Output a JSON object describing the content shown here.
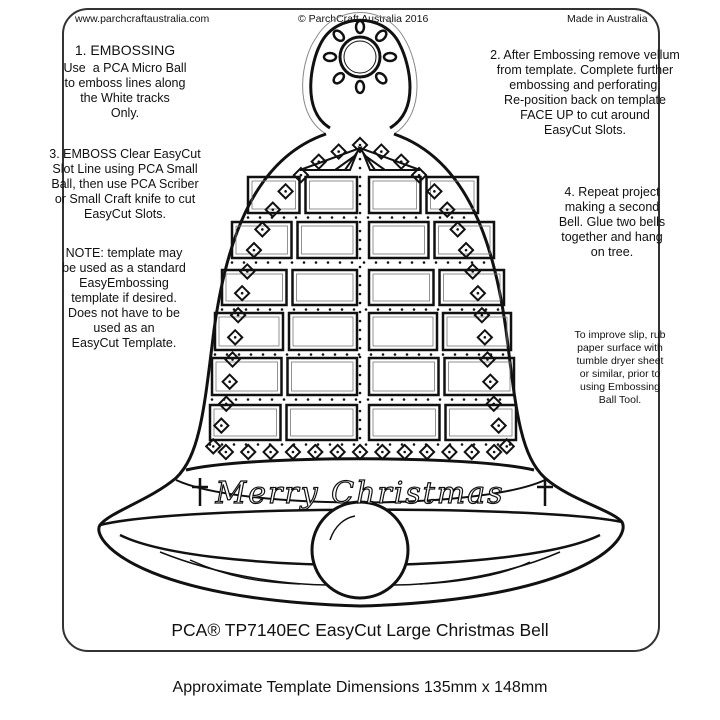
{
  "header": {
    "website": "www.parchcraftaustralia.com",
    "copyright": "© ParchCraft Australia 2016",
    "origin": "Made in Australia"
  },
  "instructions": {
    "step1_title": "1. EMBOSSING",
    "step1_body": "Use  a PCA Micro Ball\nto emboss lines along\nthe White tracks\nOnly.",
    "step2": "2. After Embossing remove vellum\nfrom template. Complete further\nembossing and perforating.\nRe-position back on template\nFACE UP to cut around\nEasyCut Slots.",
    "step3": "3. EMBOSS Clear EasyCut\nSlot Line using PCA Small\nBall, then use PCA Scriber\nor Small Craft knife to cut\nEasyCut Slots.",
    "step4": "4. Repeat project\nmaking a second\nBell. Glue two bells\ntogether and hang\non tree.",
    "note": "NOTE: template may\nbe used as a standard\nEasyEmbossing\ntemplate if desired.\nDoes not have to be\nused as an\nEasyCut Template.",
    "tip": "To improve slip, rub\npaper surface with\ntumble dryer sheet\nor similar, prior to\nusing Embossing\nBall Tool."
  },
  "bell": {
    "banner_text": "Merry Christmas",
    "panel_rows": 6,
    "panel_cols": 4
  },
  "product_title": "PCA® TP7140EC EasyCut Large Christmas Bell",
  "dimensions": "Approximate Template Dimensions  135mm x 148mm",
  "colors": {
    "line": "#111111",
    "frame": "#333333"
  }
}
